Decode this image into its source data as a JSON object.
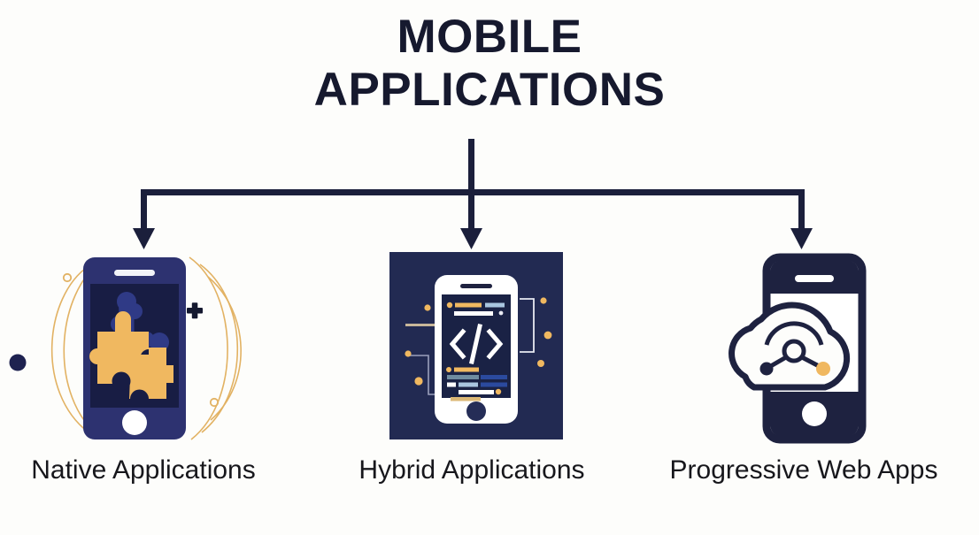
{
  "page": {
    "background_color": "#fdfdfb",
    "title_lines": [
      "MOBILE",
      "APPLICATIONS"
    ],
    "title_color": "#16192e"
  },
  "palette": {
    "navy": "#1e2240",
    "deep_navy": "#222a52",
    "indigo": "#2d3270",
    "screen_dark": "#181d44",
    "orange": "#f0b860",
    "orange_line": "#e0b262",
    "light_blue": "#a9c6e0",
    "white": "#ffffff",
    "label": "#17171c"
  },
  "connector": {
    "stem_label": "vertical-stem",
    "bar_label": "horizontal-bar",
    "arrow_count": 3,
    "color": "#1b1f3b"
  },
  "branches": [
    {
      "id": "native",
      "label": "Native Applications",
      "icon_name": "puzzle-phone-icon",
      "icon_description": "Indigo smartphone with orange and blue puzzle pieces on screen, orange orbital arcs, navy dot, navy plus sign and small orange rings"
    },
    {
      "id": "hybrid",
      "label": "Hybrid Applications",
      "icon_name": "code-phone-icon",
      "icon_description": "White smartphone on a navy square showing a code screen with angle-bracket slash symbol and colored code lines, circuit traces and orange dots",
      "screen_symbol": "</>"
    },
    {
      "id": "pwa",
      "label": "Progressive Web Apps",
      "icon_name": "cloud-phone-icon",
      "icon_description": "Navy outlined smartphone with white screen overlaid by a white cloud containing a network node symbol with navy and orange endpoint dots"
    }
  ]
}
